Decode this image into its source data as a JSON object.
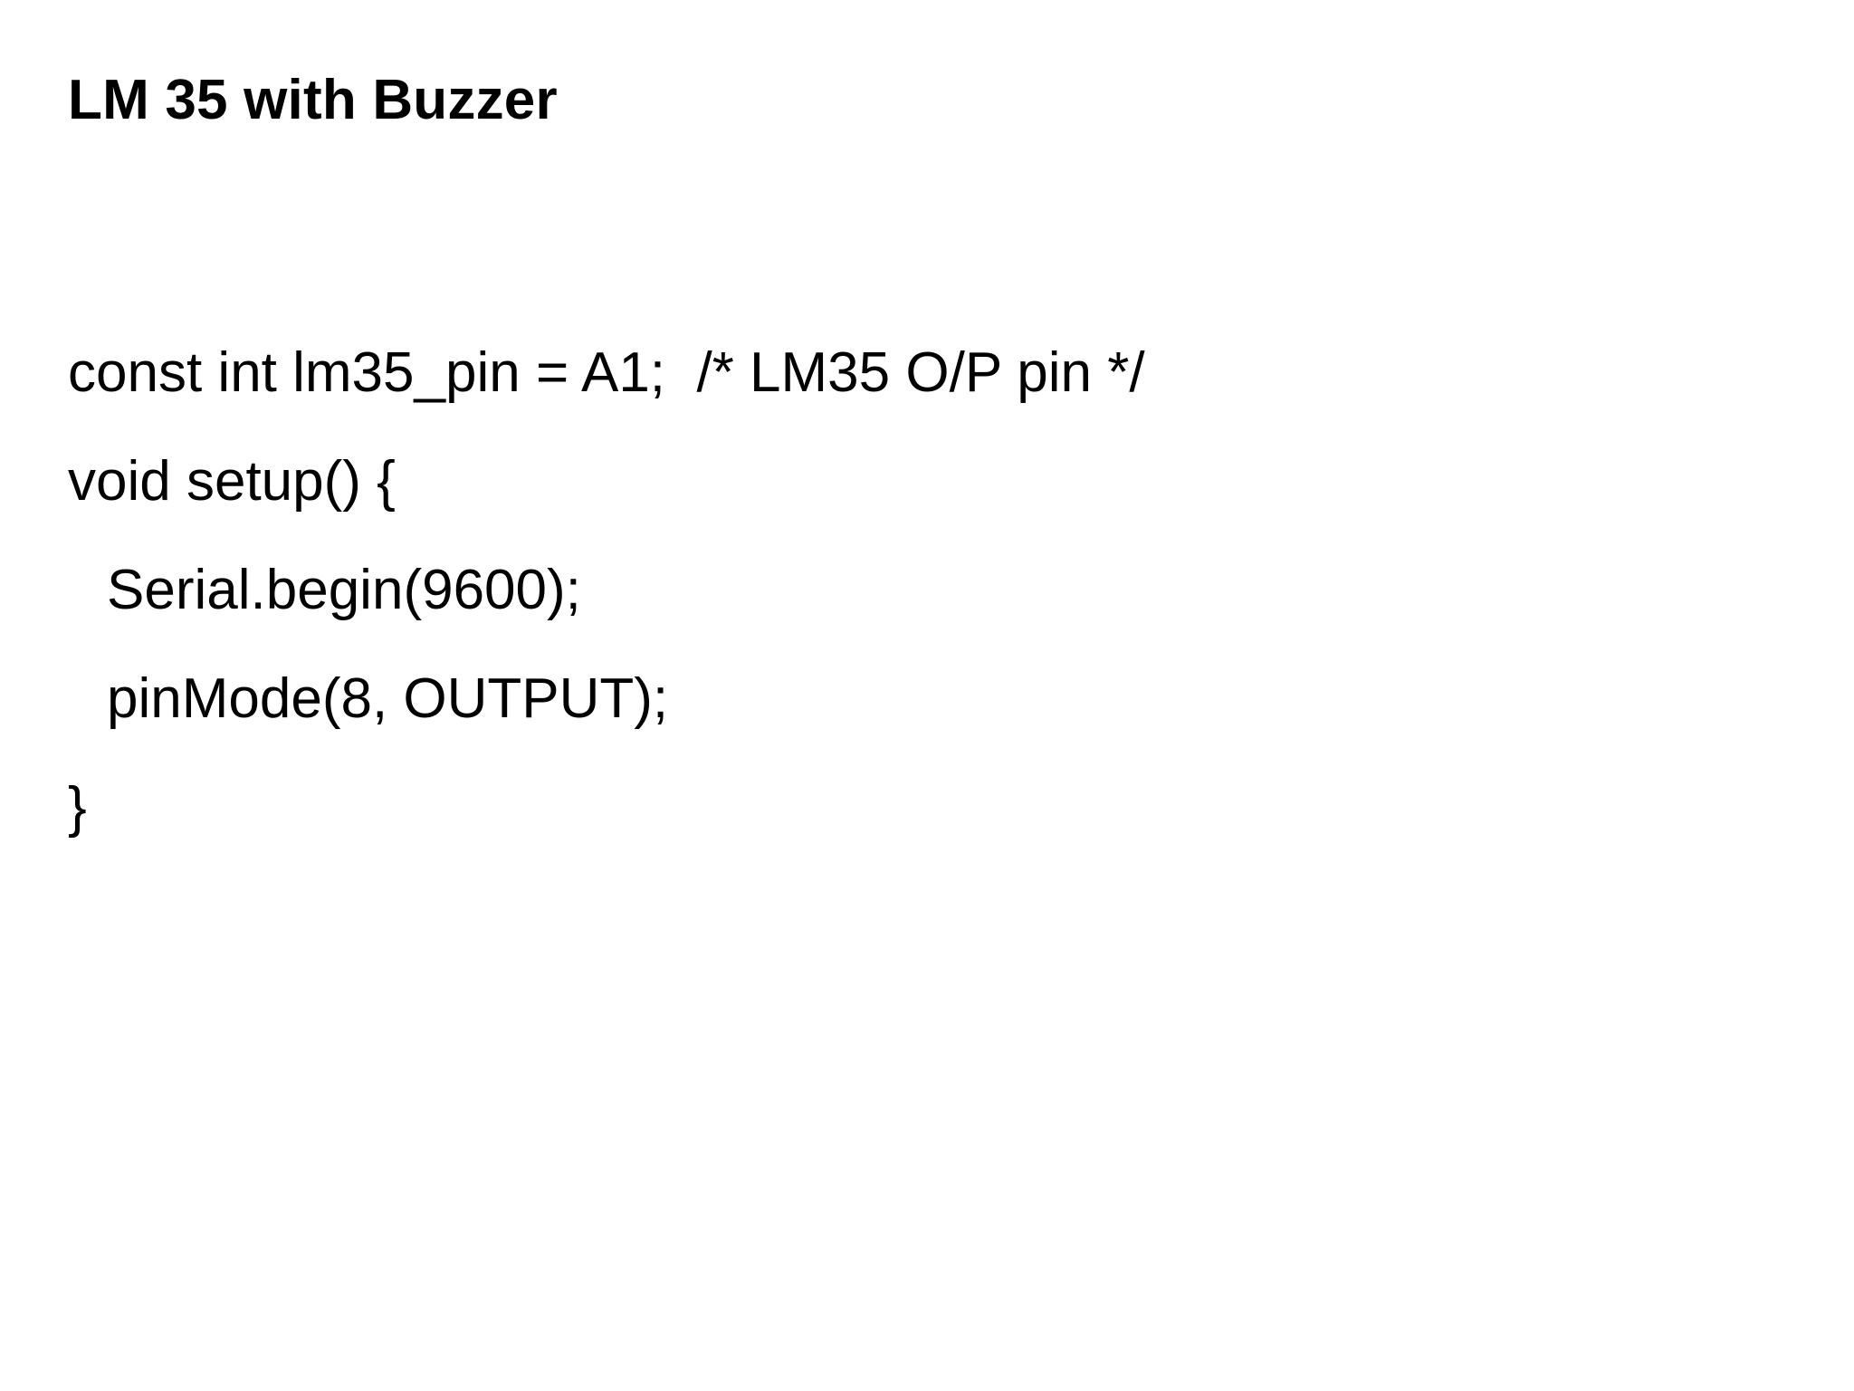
{
  "slide": {
    "background_color": "#FFFFFF",
    "text_color": "#000000",
    "title": "LM 35 with Buzzer",
    "code": {
      "language": "arduino-c",
      "lines": [
        {
          "text": "const int lm35_pin = A1;  /* LM35 O/P pin */",
          "indent": 0
        },
        {
          "text": "void setup() {",
          "indent": 0
        },
        {
          "text": "Serial.begin(9600);",
          "indent": 1
        },
        {
          "text": "pinMode(8, OUTPUT);",
          "indent": 1
        },
        {
          "text": "}",
          "indent": 0
        }
      ]
    }
  }
}
